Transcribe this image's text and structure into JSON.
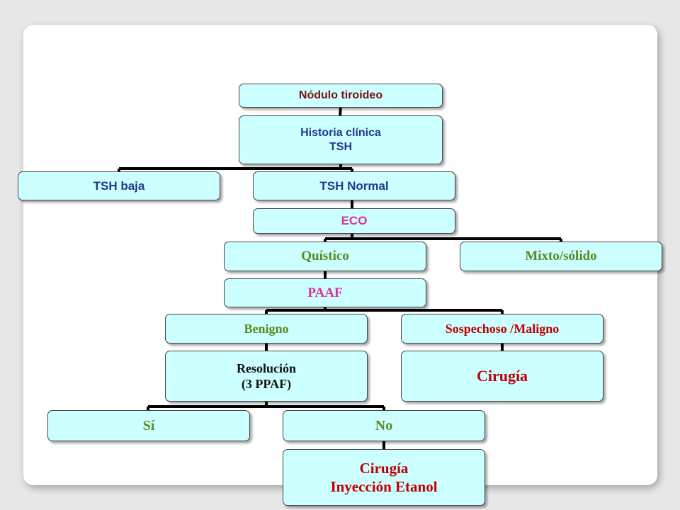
{
  "colors": {
    "box_fill": "#ccffff",
    "dark_red": "#7b1010",
    "navy": "#1f3a8a",
    "magenta": "#e0309a",
    "green": "#5a8a1e",
    "black": "#111111",
    "red": "#c00000"
  },
  "nodes": {
    "nodulo": "Nódulo tiroideo",
    "historia_line1": "Historia clínica",
    "historia_line2": "TSH",
    "tsh_baja": "TSH baja",
    "tsh_normal": "TSH Normal",
    "eco": "ECO",
    "quistico": "Quístico",
    "mixto": "Mixto/sólido",
    "paaf": "PAAF",
    "benigno": "Benigno",
    "sospechoso": "Sospechoso /Maligno",
    "resolucion_line1": "Resolución",
    "resolucion_line2": "(3 PPAF)",
    "cirugia_right": "Cirugía",
    "si": "Sí",
    "no": "No",
    "final_line1": "Cirugía",
    "final_line2": "Inyección Etanol"
  }
}
